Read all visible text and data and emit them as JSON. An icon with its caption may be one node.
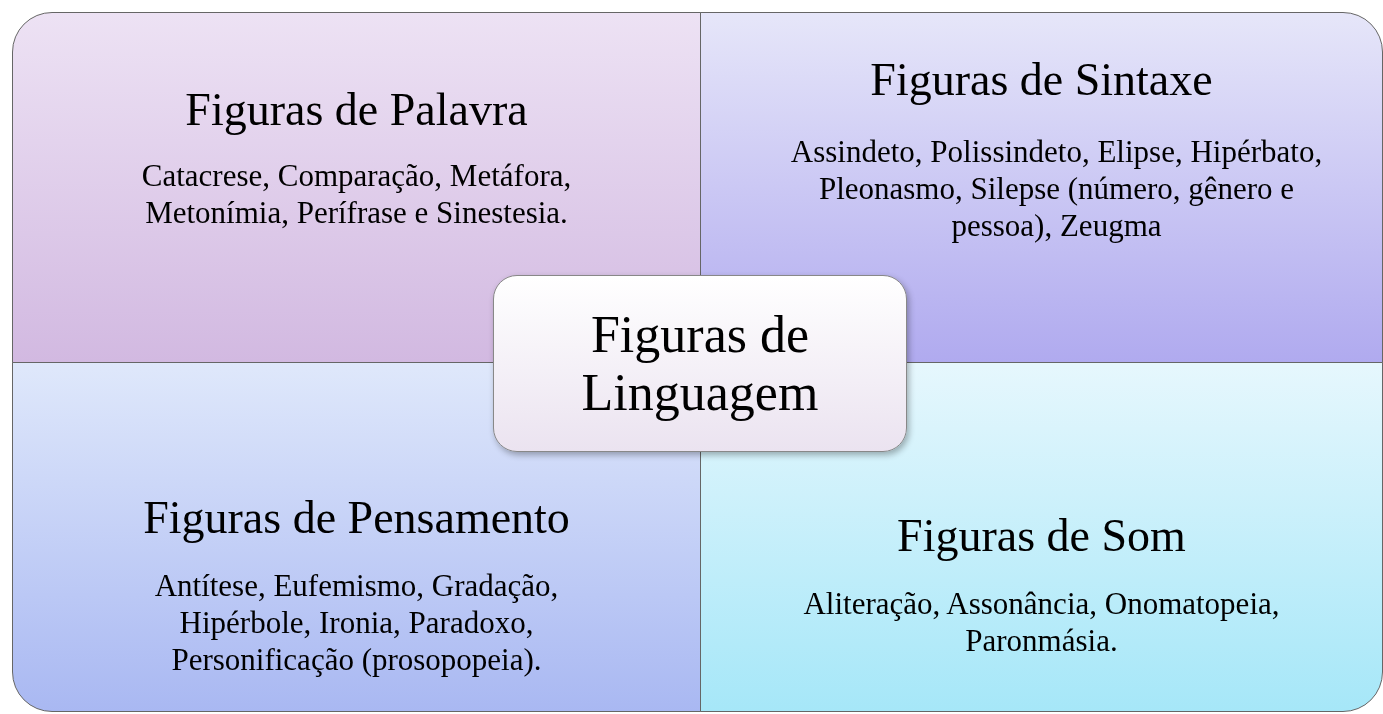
{
  "diagram": {
    "nodes": [
      {
        "text": [
          "Figuras de Palavra",
          "Catacrese, Comparação, Metáfora, Metonímia, Perífrase e Sinestesia."
        ]
      },
      {
        "text": [
          "Figuras de Sintaxe",
          "Assindeto, Polissindeto, Elipse, Hipérbato, Pleonasmo, Silepse (número, gênero e pessoa), Zeugma"
        ]
      },
      {
        "text": [
          "Figuras de Linguagem"
        ]
      },
      {
        "text": [
          "Figuras de Pensamento",
          "Antítese, Eufemismo, Gradação, Hipérbole, Ironia, Paradoxo, Personificação (prosopopeia)."
        ]
      },
      {
        "text": [
          "Figuras de Som",
          "Aliteração, Assonância, Onomatopeia, Paronmásia."
        ]
      }
    ],
    "edges": []
  }
}
